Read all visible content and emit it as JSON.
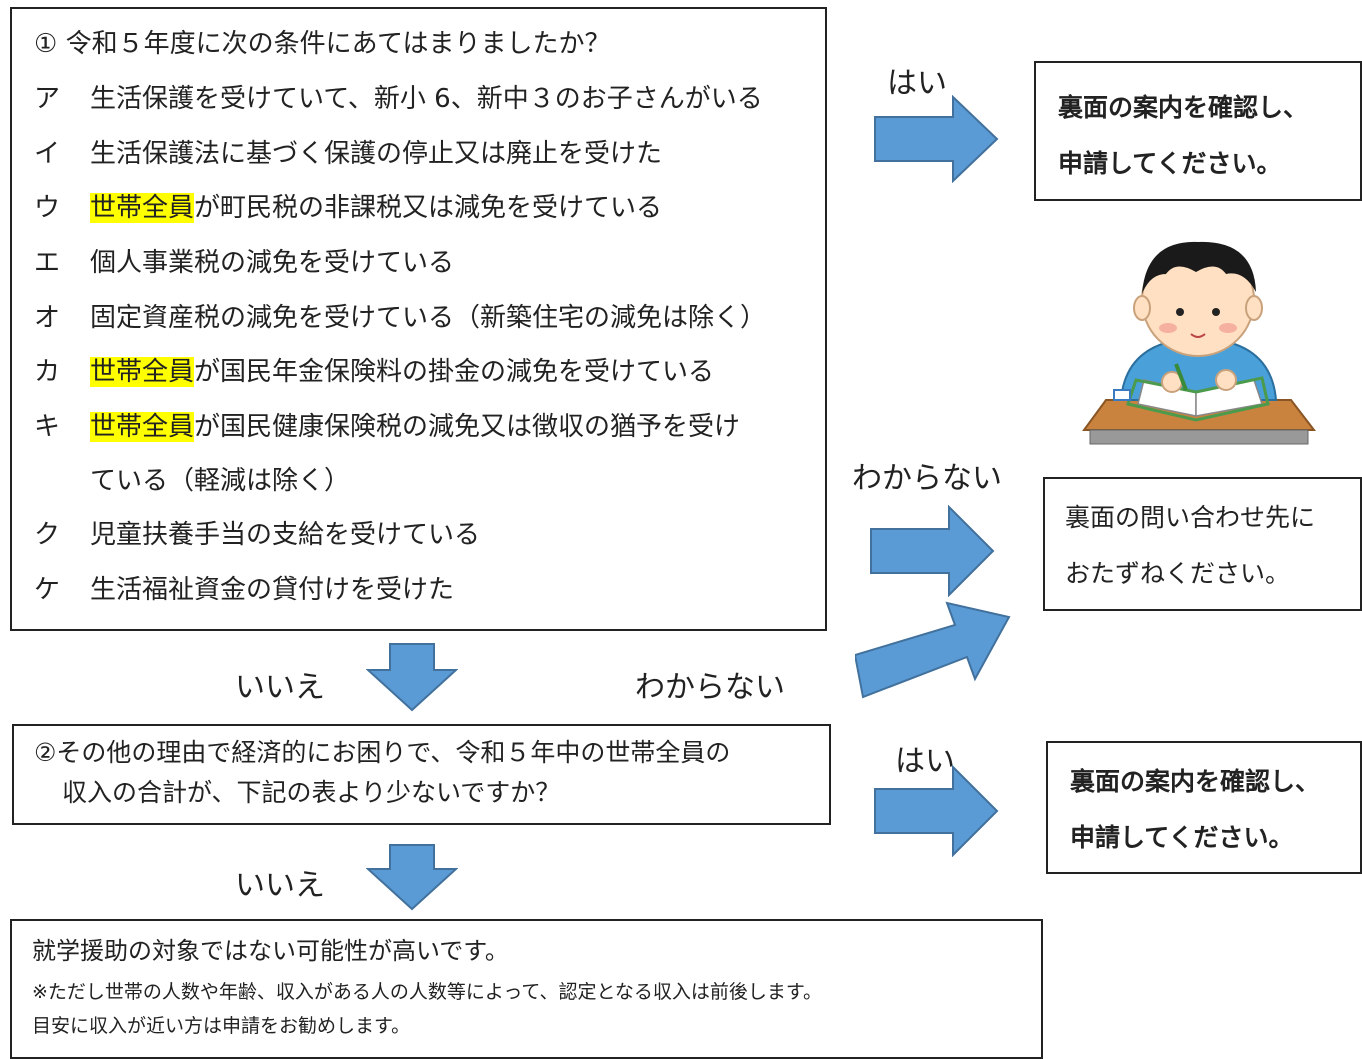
{
  "question1": {
    "title": "① 令和５年度に次の条件にあてはまりましたか？",
    "items": [
      {
        "mark": "ア",
        "text": "生活保護を受けていて、新小 6、新中３のお子さんがいる"
      },
      {
        "mark": "イ",
        "text": "生活保護法に基づく保護の停止又は廃止を受けた"
      },
      {
        "mark": "ウ",
        "highlight": "世帯全員",
        "text": "が町民税の非課税又は減免を受けている"
      },
      {
        "mark": "エ",
        "text": "個人事業税の減免を受けている"
      },
      {
        "mark": "オ",
        "text": "固定資産税の減免を受けている（新築住宅の減免は除く）"
      },
      {
        "mark": "カ",
        "highlight": "世帯全員",
        "text": "が国民年金保険料の掛金の減免を受けている"
      },
      {
        "mark": "キ",
        "highlight": "世帯全員",
        "text": "が国民健康保険税の減免又は徴収の猶予を受け",
        "continuation": "ている（軽減は除く）"
      },
      {
        "mark": "ク",
        "text": "児童扶養手当の支給を受けている"
      },
      {
        "mark": "ケ",
        "text": "生活福祉資金の貸付けを受けた"
      }
    ]
  },
  "labels": {
    "yes_1": "はい",
    "unknown_1": "わからない",
    "no_1": "いいえ",
    "unknown_2": "わからない",
    "yes_2": "はい",
    "no_2": "いいえ"
  },
  "result_apply_1": {
    "line1": "裏面の案内を確認し、",
    "line2": "申請してください。"
  },
  "result_contact": {
    "line1": "裏面の問い合わせ先に",
    "line2": "おたずねください。"
  },
  "result_apply_2": {
    "line1": "裏面の案内を確認し、",
    "line2": "申請してください。"
  },
  "question2": {
    "line1": "②その他の理由で経済的にお困りで、令和５年中の世帯全員の",
    "line2": "収入の合計が、下記の表より少ないですか？"
  },
  "final": {
    "line1": "就学援助の対象ではない可能性が高いです。",
    "line2": "※ただし世帯の人数や年齢、収入がある人の人数等によって、認定となる収入は前後します。",
    "line3": "目安に収入が近い方は申請をお勧めします。"
  },
  "colors": {
    "arrow_fill": "#5b9bd5",
    "arrow_stroke": "#41719c",
    "highlight": "#ffff00"
  }
}
